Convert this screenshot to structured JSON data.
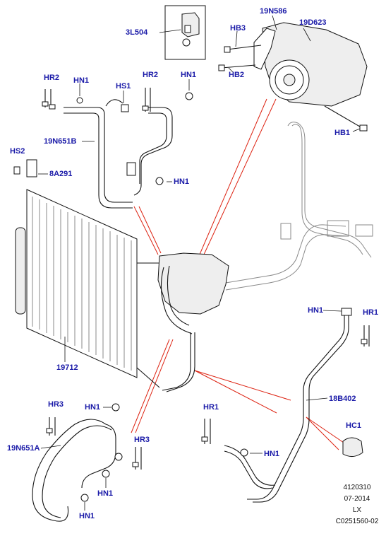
{
  "labels": {
    "l_3l504": "3L504",
    "l_19n586": "19N586",
    "l_19d623": "19D623",
    "l_hb3": "HB3",
    "l_hb2": "HB2",
    "l_hb1": "HB1",
    "l_hr2_a": "HR2",
    "l_hn1_a": "HN1",
    "l_hs1": "HS1",
    "l_hr2_b": "HR2",
    "l_hn1_b": "HN1",
    "l_19n651b": "19N651B",
    "l_hs2": "HS2",
    "l_8a291": "8A291",
    "l_hn1_c": "HN1",
    "l_hn1_d": "HN1",
    "l_hr1_a": "HR1",
    "l_19712": "19712",
    "l_18b402": "18B402",
    "l_hr3_a": "HR3",
    "l_hn1_e": "HN1",
    "l_hr1_b": "HR1",
    "l_hc1": "HC1",
    "l_19n651a": "19N651A",
    "l_hr3_b": "HR3",
    "l_hn1_f": "HN1",
    "l_hn1_g": "HN1",
    "l_hn1_h": "HN1"
  },
  "footer": {
    "code1": "4120310",
    "date": "07-2014",
    "region": "LX",
    "code2": "C0251560-02"
  },
  "colors": {
    "label": "#1a1aa8",
    "leader_red": "#dd2211",
    "line": "#111111"
  }
}
